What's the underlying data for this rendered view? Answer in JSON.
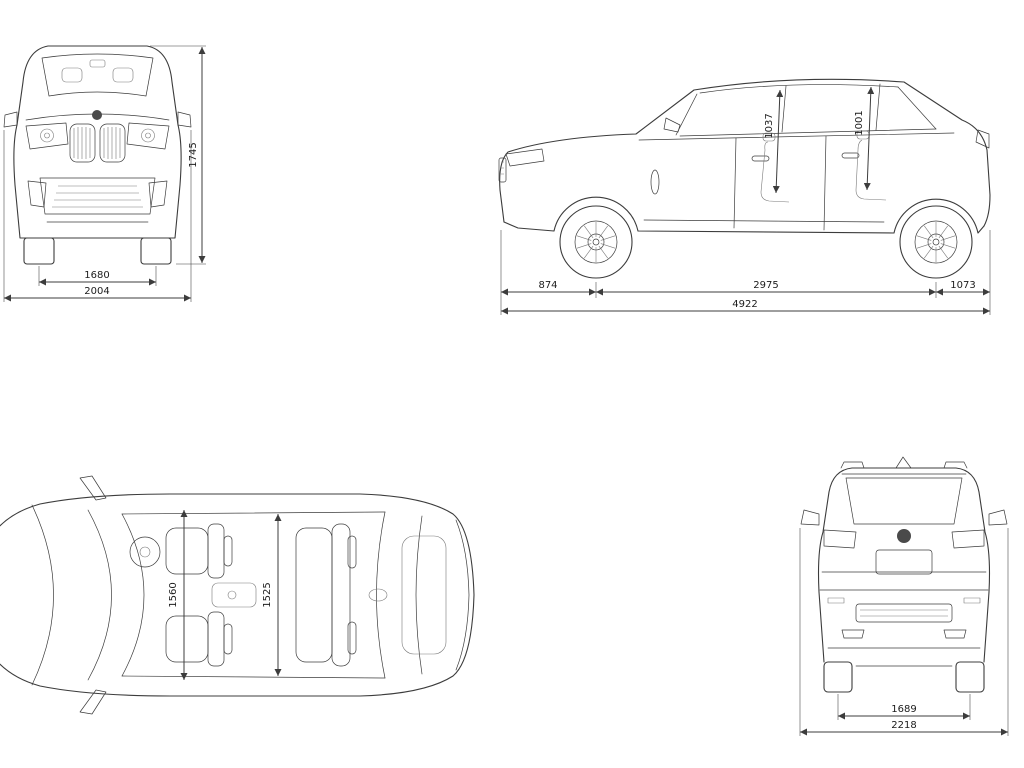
{
  "front_view": {
    "height": "1745",
    "track_width": "1680",
    "overall_width": "2004"
  },
  "side_view": {
    "front_overhang": "874",
    "wheelbase": "2975",
    "rear_overhang": "1073",
    "overall_length": "4922",
    "front_headroom": "1037",
    "rear_headroom": "1001"
  },
  "top_view": {
    "front_interior_width": "1560",
    "rear_interior_width": "1525"
  },
  "rear_view": {
    "rear_track": "1689",
    "overall_width_with_mirrors": "2218"
  },
  "colors": {
    "line": "#3c3c3c",
    "background": "#ffffff"
  },
  "icons": {
    "logo": "bmw-roundel"
  }
}
